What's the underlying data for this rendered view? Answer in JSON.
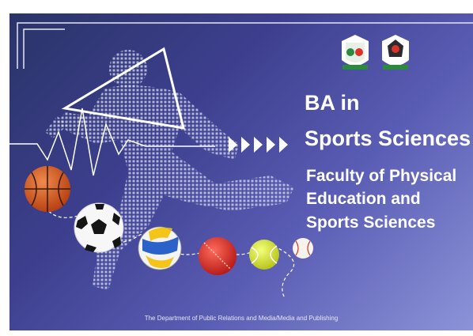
{
  "banner": {
    "title_line1": "BA in",
    "title_line2": "Sports Sciences",
    "faculty_line1": "Faculty of Physical",
    "faculty_line2": "Education and",
    "faculty_line3": "Sports Sciences",
    "footer": "The Department of Public Relations and Media/Media and Publishing"
  },
  "colors": {
    "background_start": "#2a3468",
    "background_end": "#8d93d8",
    "text": "#ffffff",
    "basketball": "#d8581f",
    "cricket_ball": "#d9322b",
    "tennis_ball": "#d7e63a"
  },
  "icons": [
    "university-logo",
    "faculty-logo",
    "basketball",
    "soccer-ball",
    "volleyball",
    "cricket-ball",
    "tennis-ball",
    "baseball",
    "arrow-chevrons"
  ]
}
